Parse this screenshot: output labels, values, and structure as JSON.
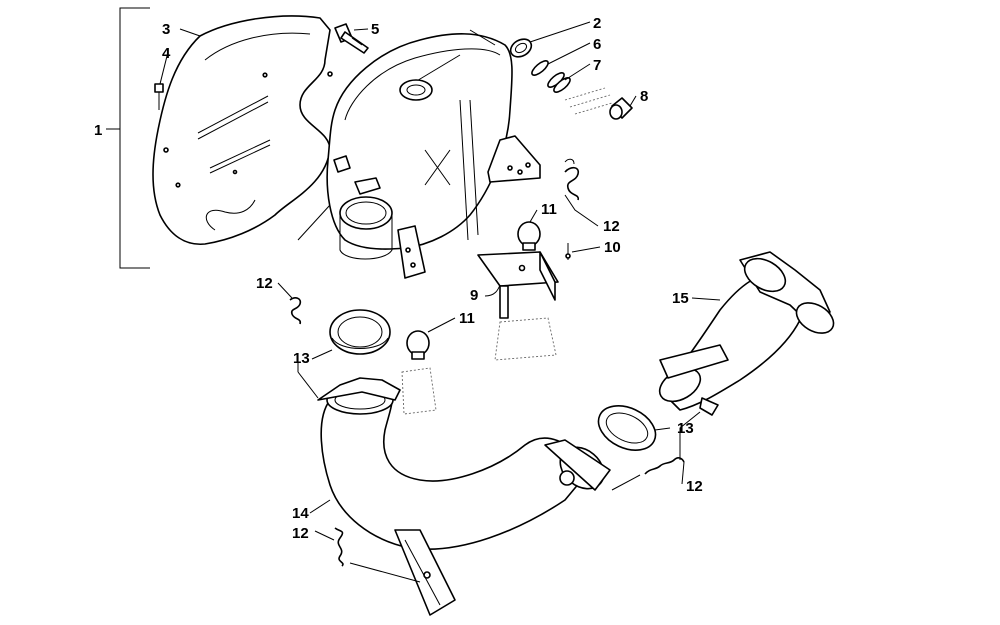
{
  "callouts": {
    "c1": "1",
    "c2": "2",
    "c3": "3",
    "c4": "4",
    "c5": "5",
    "c6": "6",
    "c7": "7",
    "c8": "8",
    "c9": "9",
    "c10": "10",
    "c11a": "11",
    "c11b": "11",
    "c12a": "12",
    "c12b": "12",
    "c12c": "12",
    "c12d": "12",
    "c13a": "13",
    "c13b": "13",
    "c14": "14",
    "c15": "15"
  },
  "colors": {
    "line": "#000000",
    "background": "#ffffff",
    "shade": "#d9d9d9"
  }
}
